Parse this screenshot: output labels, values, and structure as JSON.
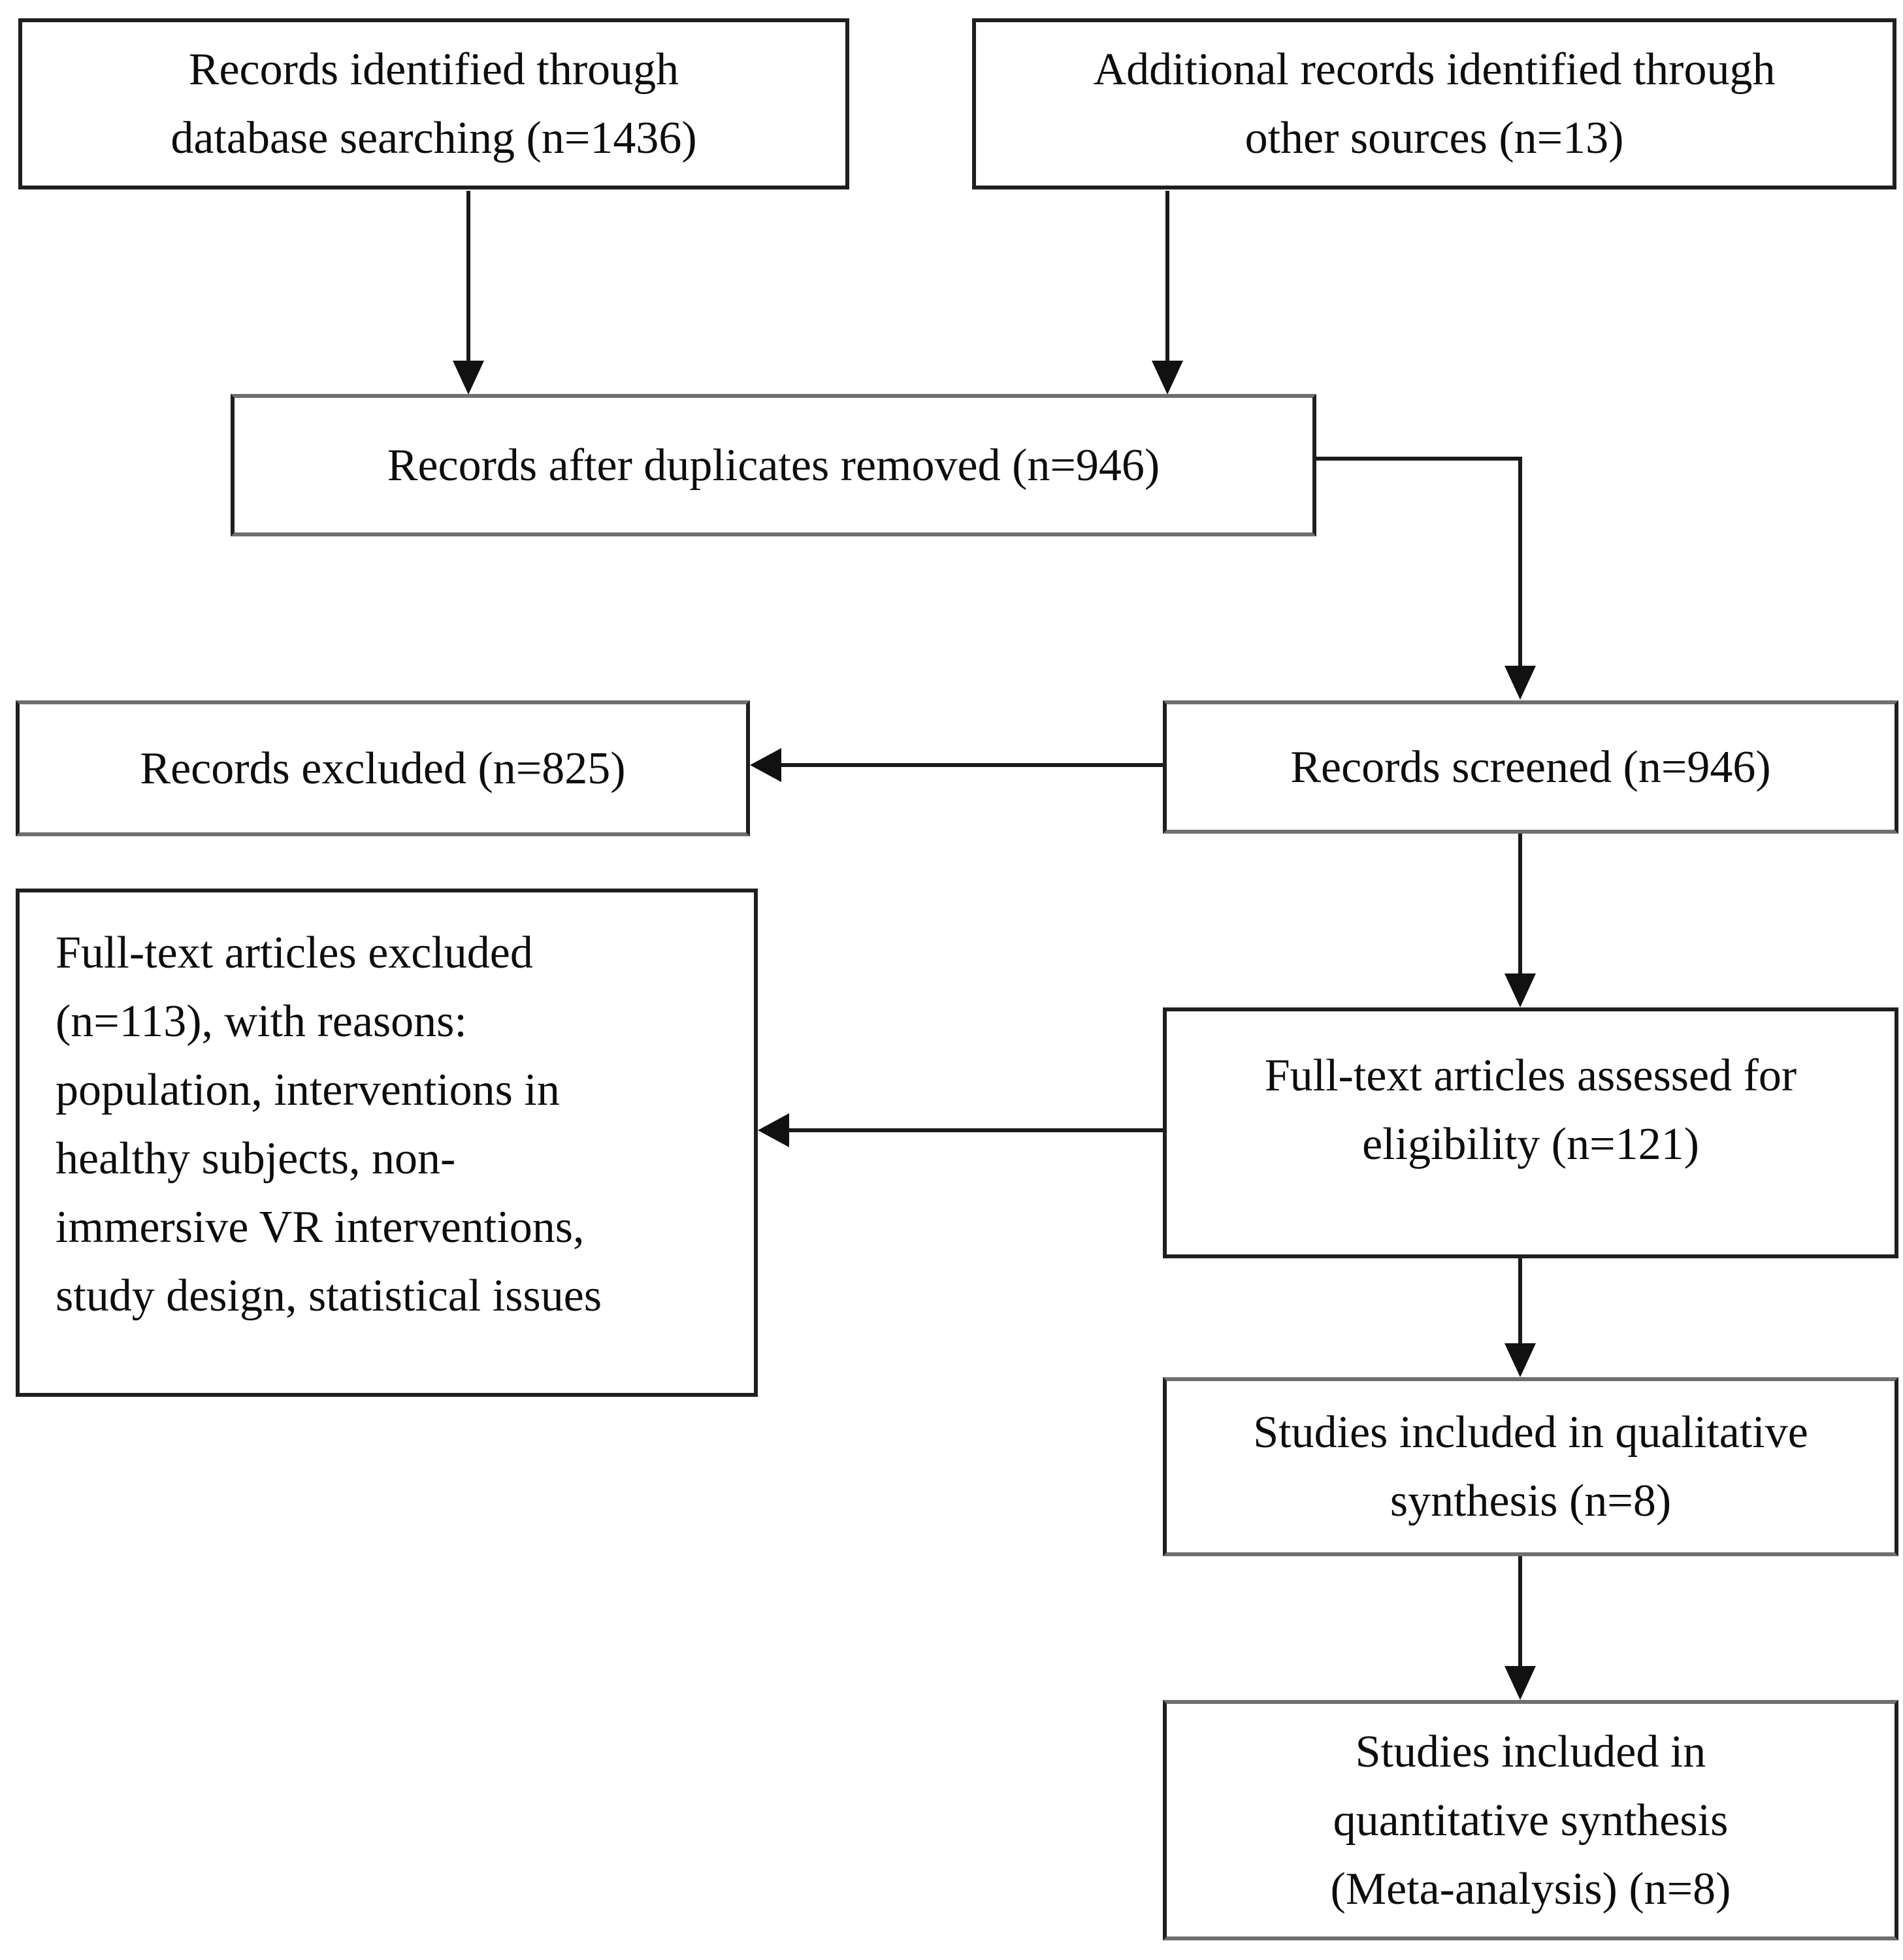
{
  "diagram": {
    "kind": "PRISMA flow diagram",
    "boxes": {
      "identified": "Records identified through\ndatabase searching (n=1436)",
      "additional": "Additional records identified through\nother sources (n=13)",
      "duplicates_removed": "Records after duplicates removed (n=946)",
      "excluded": "Records excluded (n=825)",
      "screened": "Records screened (n=946)",
      "fulltext_excluded": "Full-text articles excluded\n(n=113), with reasons:\npopulation, interventions in\nhealthy subjects, non-\nimmersive VR interventions,\nstudy design, statistical issues",
      "fulltext_assessed": "Full-text articles assessed for\neligibility (n=121)",
      "qualitative": "Studies included in qualitative\nsynthesis (n=8)",
      "quantitative": "Studies included in\nquantitative synthesis\n(Meta-analysis) (n=8)"
    },
    "counts": {
      "records_identified": 1436,
      "additional_records": 13,
      "after_duplicates_removed": 946,
      "screened": 946,
      "records_excluded": 825,
      "fulltext_assessed": 121,
      "fulltext_excluded": 113,
      "qualitative_synthesis": 8,
      "quantitative_synthesis": 8
    },
    "colors": {
      "background": "#ffffff",
      "box_border": "#1f1f1f",
      "connector": "#1a1a1a",
      "text": "#0d0d0d"
    }
  }
}
